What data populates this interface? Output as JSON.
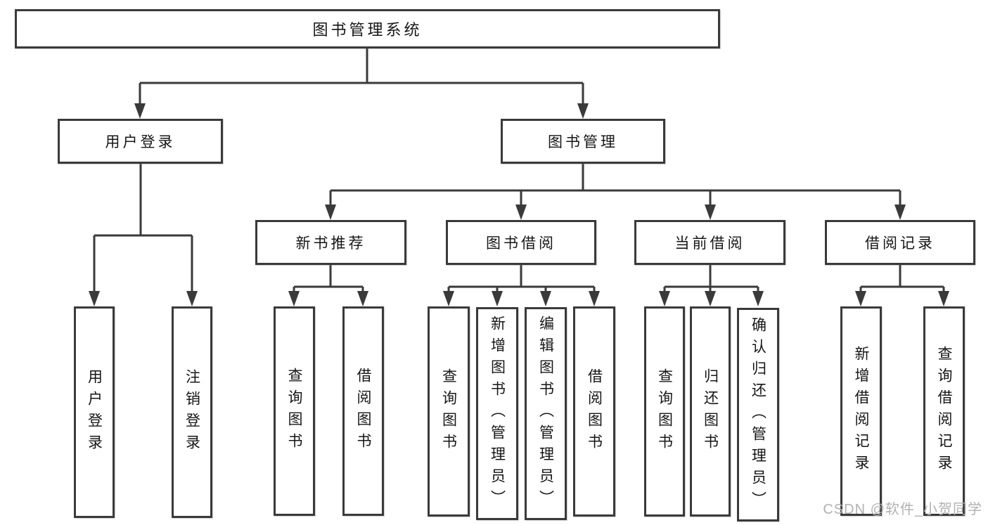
{
  "diagram_type": "hierarchy-tree",
  "colors": {
    "line": "#3a3a3a",
    "box_border": "#3a3a3a",
    "box_fill": "#ffffff",
    "text": "#161616",
    "watermark": "#b3b1b1",
    "background": "#ffffff"
  },
  "tree": {
    "label": "图书管理系统",
    "children": [
      {
        "label": "用户登录",
        "children": [
          {
            "label": "用户登录"
          },
          {
            "label": "注销登录"
          }
        ]
      },
      {
        "label": "图书管理",
        "children": [
          {
            "label": "新书推荐",
            "children": [
              {
                "label": "查询图书"
              },
              {
                "label": "借阅图书"
              }
            ]
          },
          {
            "label": "图书借阅",
            "children": [
              {
                "label": "查询图书"
              },
              {
                "label": "新增图书（管理员）"
              },
              {
                "label": "编辑图书（管理员）"
              },
              {
                "label": "借阅图书"
              }
            ]
          },
          {
            "label": "当前借阅",
            "children": [
              {
                "label": "查询图书"
              },
              {
                "label": "归还图书"
              },
              {
                "label": "确认归还（管理员）"
              }
            ]
          },
          {
            "label": "借阅记录",
            "children": [
              {
                "label": "新增借阅记录"
              },
              {
                "label": "查询借阅记录"
              }
            ]
          }
        ]
      }
    ]
  },
  "watermark": {
    "text": "CSDN @软件_小贺同学"
  }
}
